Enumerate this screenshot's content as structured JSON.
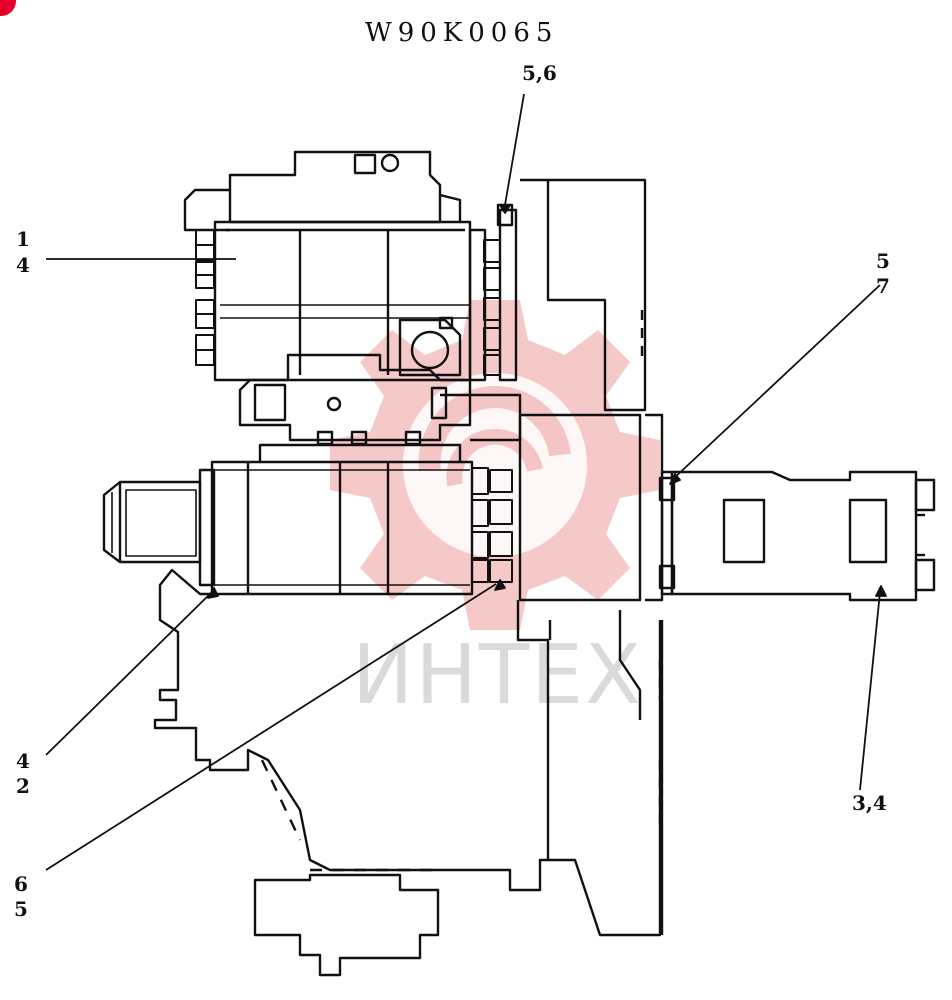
{
  "title": "W90K0065",
  "watermark": "ИНТЕХ",
  "colors": {
    "line": "#111111",
    "watermark_gear": "#f3b7b7",
    "watermark_text": "#bdbdbd",
    "corner_mark": "#e4002b"
  },
  "callouts": {
    "top_56": "5,6",
    "left_1": "1",
    "left_4": "4",
    "right_5": "5",
    "right_7": "7",
    "bottom_left_4": "4",
    "bottom_left_2": "2",
    "bottom_left_6": "6",
    "bottom_left_5": "5",
    "right_34": "3,4"
  }
}
